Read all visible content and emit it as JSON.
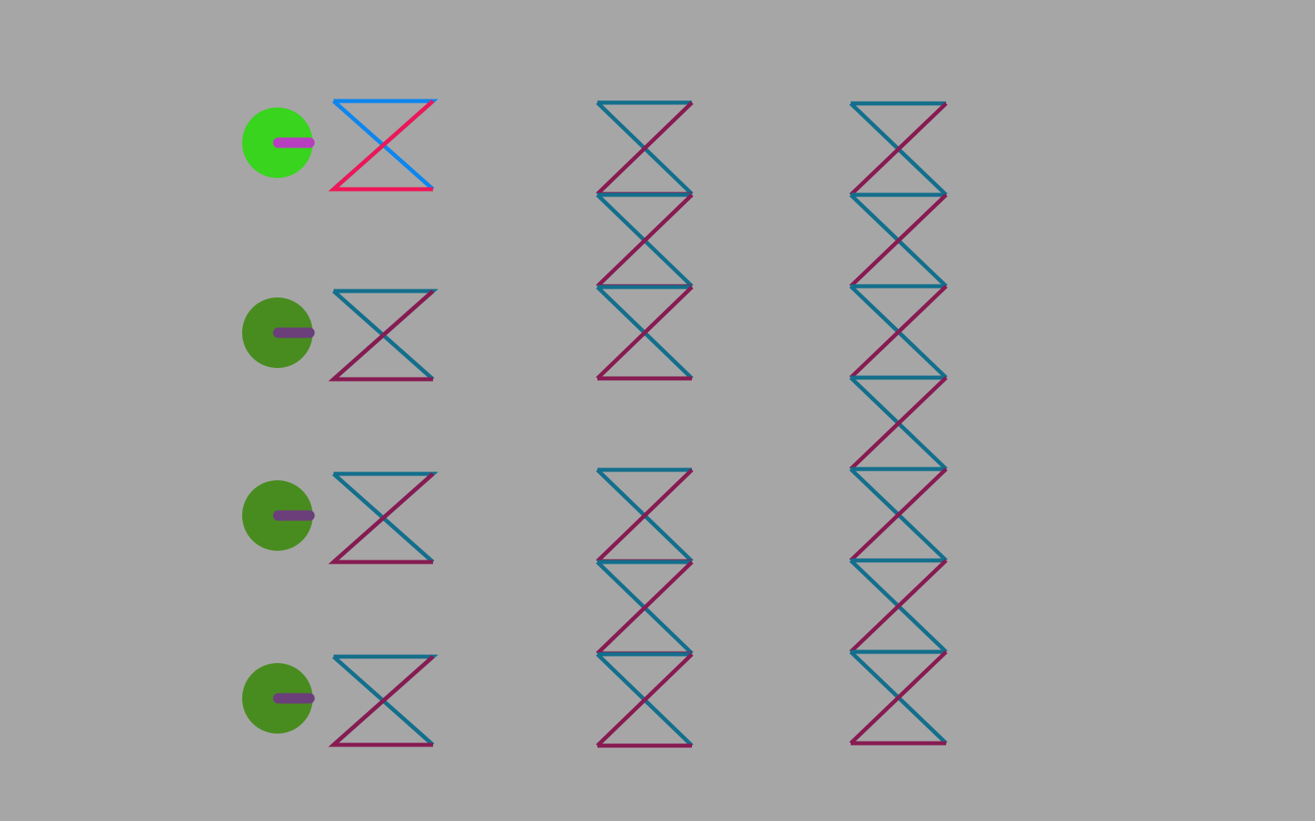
{
  "colors": {
    "background": "#a6a6a6",
    "knob_active": "#38d41e",
    "knob_inactive": "#488c1f",
    "indicator_active": "#b73fbf",
    "indicator_inactive": "#6b3f7a",
    "bowtie_top_active": "#0e86ee",
    "bowtie_bottom_active": "#ee1757",
    "bowtie_top_inactive": "#136f8c",
    "bowtie_bottom_inactive": "#871b52"
  },
  "options": [
    {
      "id": "option-1",
      "selected": true
    },
    {
      "id": "option-2",
      "selected": false
    },
    {
      "id": "option-3",
      "selected": false
    },
    {
      "id": "option-4",
      "selected": false
    }
  ],
  "stacks": [
    {
      "id": "stack-2-top",
      "count": 3
    },
    {
      "id": "stack-2-bottom",
      "count": 3
    },
    {
      "id": "stack-7",
      "count": 7
    }
  ]
}
